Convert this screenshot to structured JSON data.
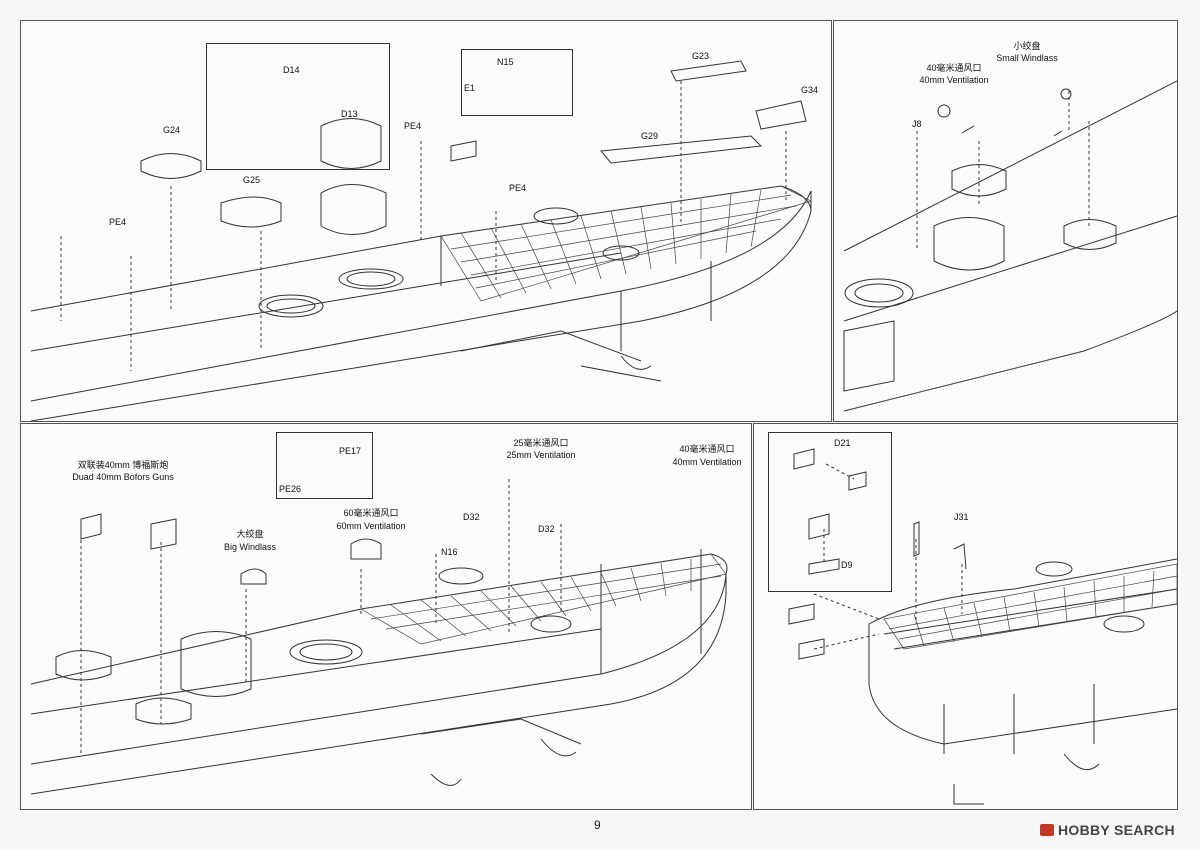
{
  "page": {
    "number": "9"
  },
  "watermark": {
    "text": "HOBBY SEARCH"
  },
  "panel_top_left": {
    "labels": {
      "d14": "D14",
      "d13": "D13",
      "g24": "G24",
      "g25": "G25",
      "pe4_a": "PE4",
      "pe4_b": "PE4",
      "pe4_c": "PE4",
      "n15": "N15",
      "e1": "E1",
      "g23": "G23",
      "g34": "G34",
      "g29": "G29"
    }
  },
  "panel_top_right": {
    "labels": {
      "vent40_cn": "40毫米通风口",
      "vent40_en": "40mm Ventilation",
      "j8": "J8",
      "windlass_cn": "小绞盘",
      "windlass_en": "Small Windlass"
    }
  },
  "panel_bottom_left": {
    "labels": {
      "bofors_cn": "双联装40mm 博福斯炮",
      "bofors_en": "Duad 40mm Bofors Guns",
      "pe17": "PE17",
      "pe26": "PE26",
      "vent25_cn": "25毫米通风口",
      "vent25_en": "25mm Ventilation",
      "vent40_cn": "40毫米通风口",
      "vent40_en": "40mm Ventilation",
      "vent60_cn": "60毫米通风口",
      "vent60_en": "60mm Ventilation",
      "windlass_cn": "大绞盘",
      "windlass_en": "Big Windlass",
      "d32_a": "D32",
      "d32_b": "D32",
      "n16": "N16"
    }
  },
  "panel_bottom_right": {
    "labels": {
      "d21": "D21",
      "j31": "J31",
      "d9": "D9"
    }
  }
}
